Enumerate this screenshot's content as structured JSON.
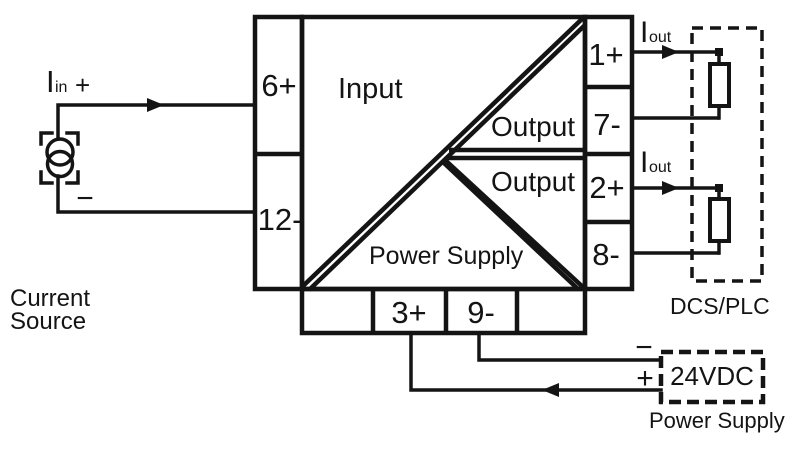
{
  "colors": {
    "ink": "#141414",
    "background": "#ffffff"
  },
  "isolator": {
    "section_labels": {
      "input": "Input",
      "output_top": "Output",
      "output_bottom": "Output",
      "power_supply": "Power Supply"
    },
    "terminals": {
      "left": [
        "6+",
        "12-"
      ],
      "right": [
        "1+",
        "7-",
        "2+",
        "8-"
      ],
      "bottom": [
        "3+",
        "9-"
      ]
    }
  },
  "current_source": {
    "signal": "I",
    "signal_sub": "in",
    "plus": "+",
    "minus": "−",
    "caption_line1": "Current",
    "caption_line2": "Source"
  },
  "output_signals": {
    "top": {
      "symbol": "I",
      "sub": "out"
    },
    "bottom": {
      "symbol": "I",
      "sub": "out"
    }
  },
  "dcs_plc": {
    "caption": "DCS/PLC"
  },
  "power_supply_unit": {
    "label": "24VDC",
    "caption": "Power Supply",
    "minus": "−",
    "plus": "+"
  }
}
